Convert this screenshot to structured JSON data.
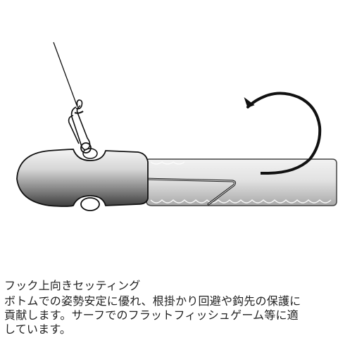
{
  "caption": {
    "title": "フック上向きセッティング",
    "lines": [
      "ボトムでの姿勢安定に優れ、根掛かり回避や鈎先の保護に",
      "貢献します。サーフでのフラットフィッシュゲーム等に適",
      "しています。"
    ]
  },
  "illustration": {
    "parts": [
      "fishing-line",
      "snap",
      "jig-head-sinker",
      "soft-worm",
      "hook"
    ],
    "colors": {
      "outline": "#111111",
      "sinker_light": "#f4f4f4",
      "sinker_dark": "#3c3c3c",
      "worm_light": "#f2f2f2",
      "worm_dark": "#a9a9a9"
    }
  }
}
